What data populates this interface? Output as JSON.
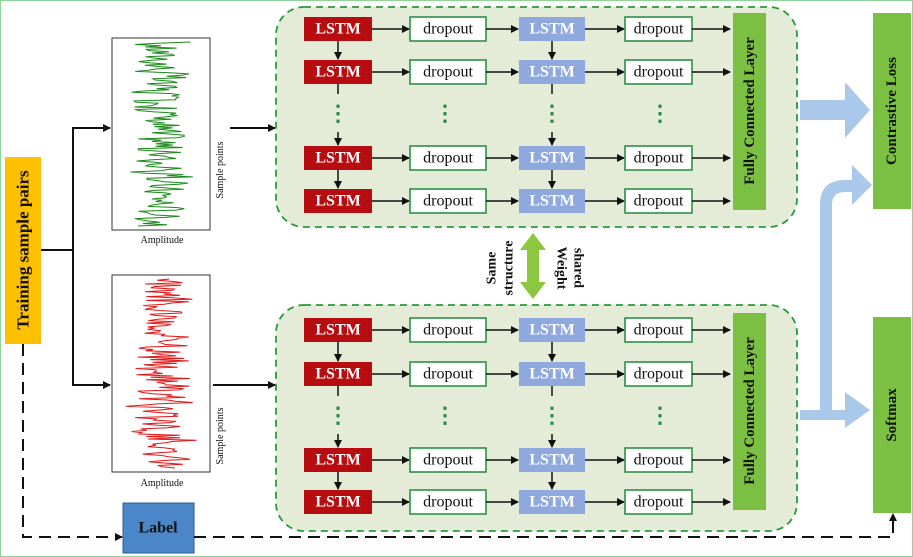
{
  "input": {
    "label": "Training sample pairs"
  },
  "label_box": {
    "text": "Label"
  },
  "plots": {
    "top": {
      "xlabel": "Amplitude",
      "ylabel": "Sample points",
      "color": "#1b8a1b"
    },
    "bottom": {
      "xlabel": "Amplitude",
      "ylabel": "Sample points",
      "color": "#e01818"
    }
  },
  "network": {
    "lstm_label": "LSTM",
    "dropout_label": "dropout",
    "dots": "⋮",
    "fc_label": "Fully Connected Layer"
  },
  "shared": {
    "left_line1": "Same",
    "left_line2": "structure",
    "right_line1": "Weight",
    "right_line2": "shared"
  },
  "outputs": {
    "contrastive": "Contrastive Loss",
    "softmax": "Softmax"
  },
  "colors": {
    "lstm_dark": "#b80d10",
    "lstm_light": "#8fa8dd",
    "dropout_border": "#1f8a3a",
    "group_fill": "#e4ecd8",
    "group_border": "#2a9a3a",
    "fc": "#7bc043",
    "input_fill": "#ffc000",
    "label_fill": "#4a86c8",
    "flow_arrow": "#a9c8ea",
    "shared_arrow": "#8dc63f"
  }
}
